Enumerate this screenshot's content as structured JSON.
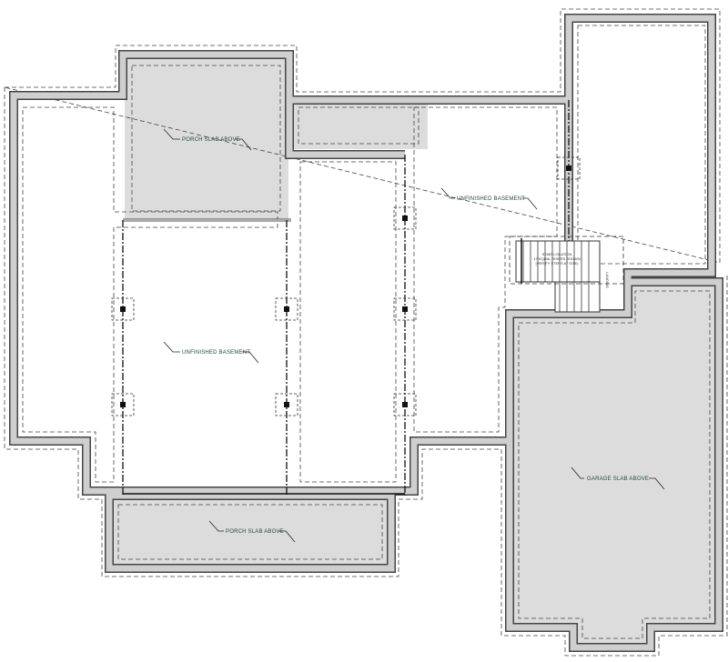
{
  "plan": {
    "labels": {
      "porch_top": "PORCH SLAB ABOVE",
      "porch_bottom": "PORCH SLAB ABOVE",
      "garage": "GARAGE SLAB ABOVE",
      "basement_main": "UNFINISHED BASEMENT",
      "basement_right": "UNFINISHED BASEMENT",
      "landing": "LANDING",
      "stair_note": [
        "STAIR LOCATION",
        "17 EQUAL RISERS SHOWN",
        "(VERIFY STEPS AT SITE)"
      ]
    },
    "colors": {
      "slab_fill": "#dcdcdc",
      "wall_fill": "#cfcfcf",
      "wall_edge": "#444444",
      "label_text": "#1f4a44"
    }
  }
}
